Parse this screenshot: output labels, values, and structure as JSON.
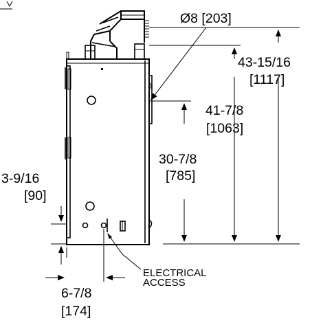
{
  "diagram": {
    "dimensions": {
      "vent_diameter": "Ø8 [203]",
      "total_height_in": "43-15/16",
      "total_height_mm": "[1117]",
      "center_height_in": "41-7/8",
      "center_height_mm": "[1063]",
      "lower_height_in": "30-7/8",
      "lower_height_mm": "[785]",
      "access_height_in": "3-9/16",
      "access_height_mm": "[90]",
      "access_offset_in": "6-7/8",
      "access_offset_mm": "[174]"
    },
    "callouts": {
      "electrical_line1": "ELECTRICAL",
      "electrical_line2": "ACCESS"
    }
  }
}
